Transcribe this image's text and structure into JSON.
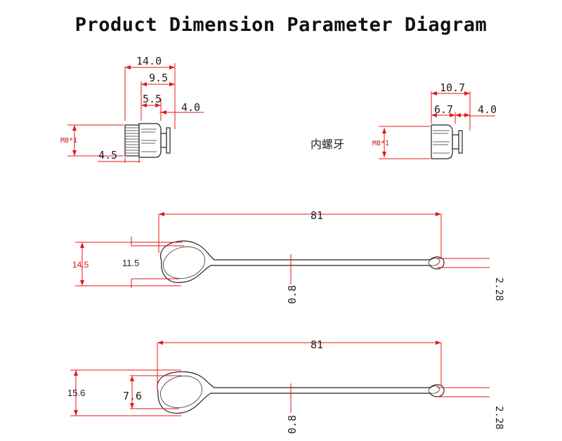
{
  "title": "Product Dimension Parameter Diagram",
  "colors": {
    "dimension": "#e8161b",
    "outline": "#222222",
    "background": "#ffffff"
  },
  "connector_external": {
    "thread": "M8*1",
    "dims": {
      "total": "14.0",
      "cap": "9.5",
      "knurl": "5.5",
      "plug": "4.0",
      "thread_len": "4.5"
    }
  },
  "connector_internal": {
    "label": "内螺牙",
    "thread": "M8*1",
    "dims": {
      "total": "10.7",
      "knurl": "6.7",
      "plug": "4.0"
    }
  },
  "ring_1": {
    "dims": {
      "length": "81",
      "outer": "14.5",
      "inner": "11.5",
      "wire": "0.8",
      "eye": "2.28"
    }
  },
  "ring_2": {
    "dims": {
      "length": "81",
      "outer": "15.6",
      "inner": "7.6",
      "wire": "0.8",
      "eye": "2.28"
    }
  }
}
